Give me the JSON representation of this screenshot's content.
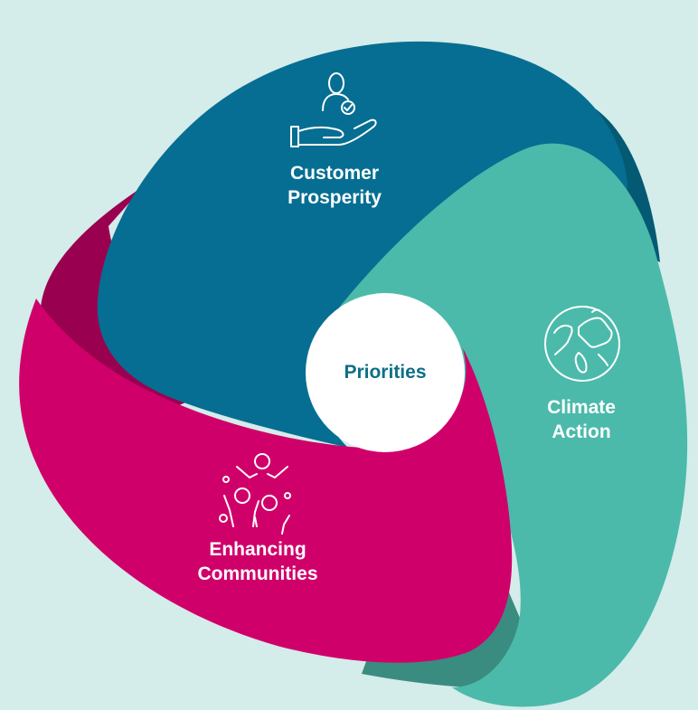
{
  "center": {
    "label": "Priorities"
  },
  "segments": [
    {
      "id": "customer",
      "line1": "Customer",
      "line2": "Prosperity",
      "icon": "hand-person-check-icon",
      "color": "#066e92"
    },
    {
      "id": "climate",
      "line1": "Climate",
      "line2": "Action",
      "icon": "globe-icon",
      "color": "#4bbaaa"
    },
    {
      "id": "communities",
      "line1": "Enhancing",
      "line2": "Communities",
      "icon": "people-celebrating-icon",
      "color": "#d0006a"
    }
  ],
  "colors": {
    "background": "#d4ecea",
    "customer": "#066e92",
    "customer_shade": "#045a72",
    "climate": "#4bbaaa",
    "climate_shade": "#3a8c80",
    "communities": "#d0006a",
    "communities_shade": "#9a0050",
    "center": "#ffffff",
    "center_text": "#0d6f86"
  }
}
